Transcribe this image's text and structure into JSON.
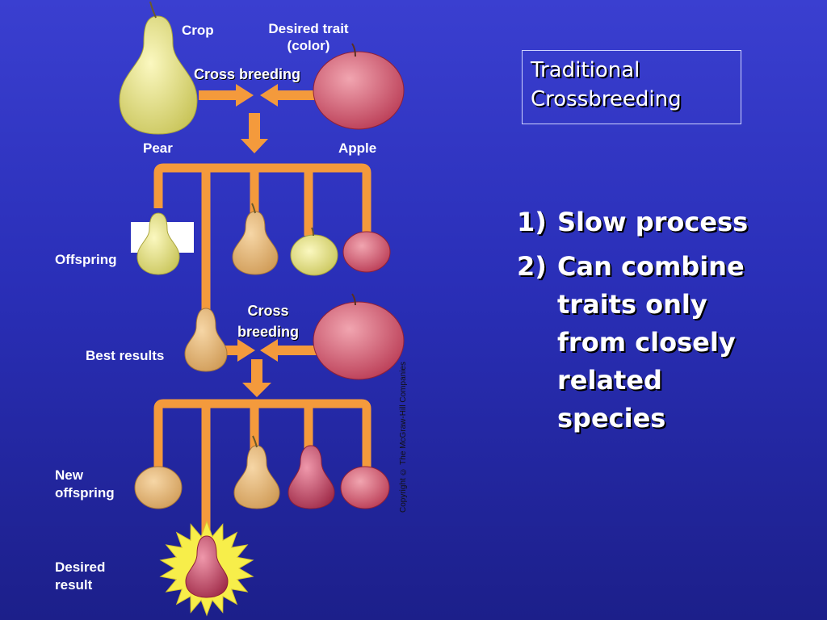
{
  "labels": {
    "crop": "Crop",
    "desired_trait": "Desired trait",
    "desired_trait_sub": "(color)",
    "cross_breeding_1": "Cross breeding",
    "pear": "Pear",
    "apple": "Apple",
    "offspring": "Offspring",
    "cross_breeding_2_line1": "Cross",
    "cross_breeding_2_line2": "breeding",
    "best_results": "Best results",
    "new_offspring_line1": "New",
    "new_offspring_line2": "offspring",
    "desired_result_line1": "Desired",
    "desired_result_line2": "result"
  },
  "title": {
    "line1": "Traditional",
    "line2": "Crossbreeding"
  },
  "points": [
    {
      "num": "1)",
      "text": "Slow process"
    },
    {
      "num": "2)",
      "text": "Can combine\ntraits only\nfrom closely\nrelated\nspecies"
    }
  ],
  "credit": "Copyright © The McGraw-Hill Companies",
  "colors": {
    "background": "#2a2fb8",
    "pipe": "#f49a3c",
    "pear": "#e8e58c",
    "apple": "#c8485e",
    "tan": "#e6b77a",
    "starburst": "#f7ee4a"
  }
}
